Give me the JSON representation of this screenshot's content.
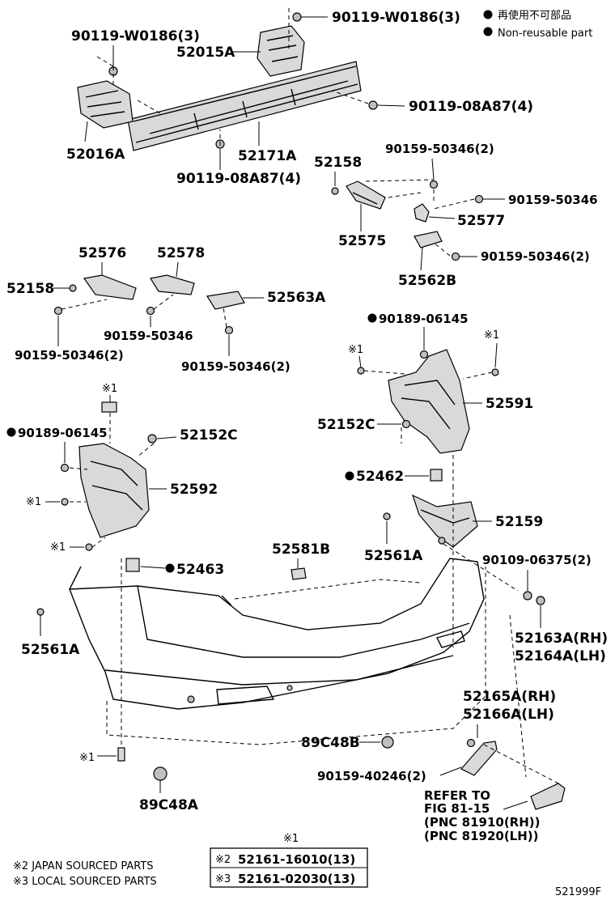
{
  "legend": {
    "marker": "●",
    "line_jp": "再使用不可部品",
    "line_en": "Non-reusable part"
  },
  "parts": {
    "p90119_W0186_3_top": "90119-W0186(3)",
    "p90119_W0186_3_left": "90119-W0186(3)",
    "p52015A": "52015A",
    "p90119_08A87_4_right": "90119-08A87(4)",
    "p52016A": "52016A",
    "p52171A": "52171A",
    "p90119_08A87_4_bottom": "90119-08A87(4)",
    "p52158_upper": "52158",
    "p90159_50346_2_a": "90159-50346(2)",
    "p90159_50346": "90159-50346",
    "p52577": "52577",
    "p52575": "52575",
    "p90159_50346_2_b": "90159-50346(2)",
    "p52562B": "52562B",
    "p52576": "52576",
    "p52578": "52578",
    "p52158_left": "52158",
    "p52563A": "52563A",
    "p90159_50346_mid": "90159-50346",
    "p90159_50346_2_c": "90159-50346(2)",
    "p90159_50346_2_d": "90159-50346(2)",
    "p90189_06145_right": "90189-06145",
    "x1_a": "※1",
    "x1_b": "※1",
    "p52591": "52591",
    "p52152C_right": "52152C",
    "x1_c": "※1",
    "p90189_06145_left": "90189-06145",
    "p52152C_left": "52152C",
    "p52592": "52592",
    "x1_d": "※1",
    "x1_e": "※1",
    "p52462": "52462",
    "p52159": "52159",
    "p52581B": "52581B",
    "p52561A_right": "52561A",
    "p90109_06375_2": "90109-06375(2)",
    "p52463": "52463",
    "p52561A_left": "52561A",
    "p52163A": "52163A(RH)",
    "p52164A": "52164A(LH)",
    "p52165A": "52165A(RH)",
    "p52166A": "52166A(LH)",
    "p89C48B": "89C48B",
    "x1_f": "※1",
    "p90159_40246_2": "90159-40246(2)",
    "p89C48A": "89C48A",
    "refer1": "REFER TO",
    "refer2": "FIG 81-15",
    "refer3": "(PNC 81910(RH))",
    "refer4": "(PNC 81920(LH))"
  },
  "footnotes": {
    "table_header": "※1",
    "note2": "※2 JAPAN SOURCED PARTS",
    "note3": "※3 LOCAL SOURCED PARTS",
    "row1_mark": "※2",
    "row1_value": "52161-16010(13)",
    "row2_mark": "※3",
    "row2_value": "52161-02030(13)"
  },
  "diagram_id": "521999F"
}
